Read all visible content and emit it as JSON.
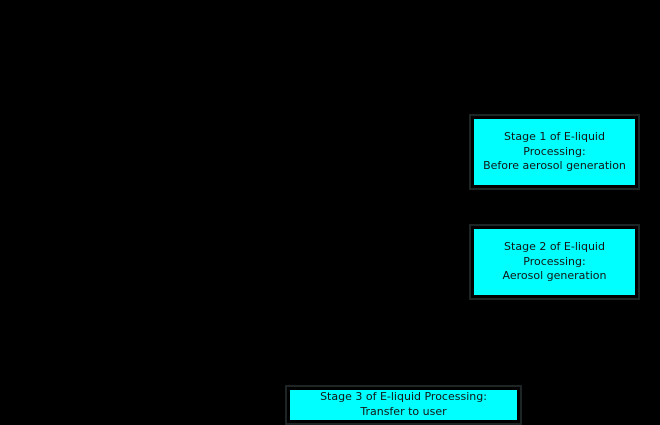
{
  "diagram": {
    "background_color": "#000000",
    "box_fill_color": "#00ffff",
    "box_border_color": "#000000",
    "box_outline_color": "#1d2525",
    "text_color": "#141414",
    "stages": [
      {
        "id": "stage-1",
        "lines": [
          "Stage 1 of E-liquid",
          "Processing:",
          "Before aerosol generation"
        ]
      },
      {
        "id": "stage-2",
        "lines": [
          "Stage 2 of E-liquid",
          "Processing:",
          "Aerosol generation"
        ]
      },
      {
        "id": "stage-3",
        "lines": [
          "Stage 3 of E-liquid Processing:",
          "Transfer to user"
        ]
      }
    ]
  }
}
